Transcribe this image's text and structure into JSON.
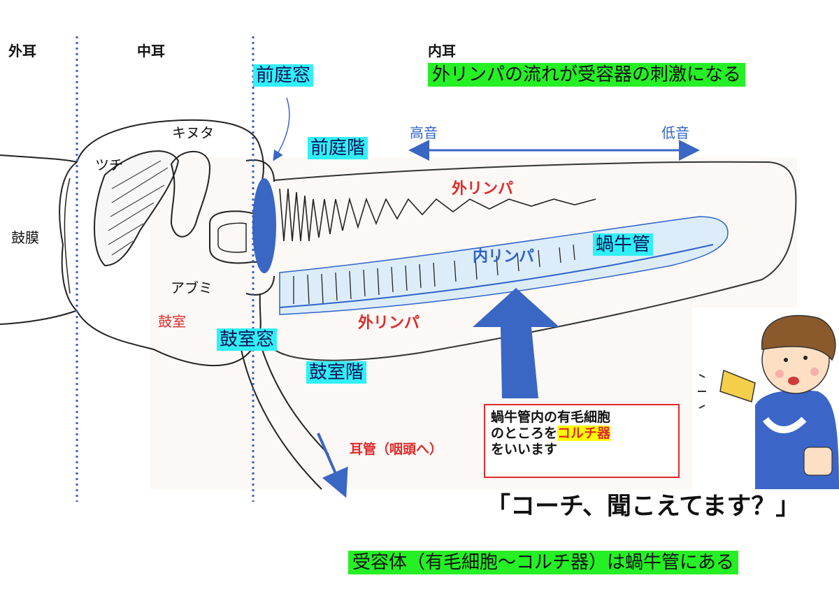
{
  "regions": {
    "outer": "外耳",
    "middle": "中耳",
    "inner": "内耳"
  },
  "title_box": "外リンパの流れが受容器の刺激になる",
  "labels": {
    "oval_window": "前庭窓",
    "vestibule_scala": "前庭階",
    "high_tone": "高音",
    "low_tone": "低音",
    "incus": "キヌタ",
    "malleus": "ツチ",
    "eardrum": "鼓膜",
    "stapes": "アブミ",
    "tympanic_cavity": "鼓室",
    "round_window": "鼓室窓",
    "scala_tympani": "鼓室階",
    "perilymph_top": "外リンパ",
    "perilymph_bottom": "外リンパ",
    "endolymph": "内リンパ",
    "cochlear_duct": "蝸牛管",
    "eustachian": "耳管（咽頭へ）"
  },
  "note": {
    "line1": "蝸牛管内の有毛細胞",
    "line2_pre": "のところを",
    "line2_hl": "コルチ器",
    "line3": "をいいます"
  },
  "speech": "「コーチ、聞こえてます？」",
  "footer_box": "受容体（有毛細胞〜コルチ器）は蝸牛管にある",
  "colors": {
    "cyan_label": "#2ff0f5",
    "green_label": "#25ef25",
    "red_text": "#e02a2a",
    "blue_arrow": "#3a66c4"
  }
}
